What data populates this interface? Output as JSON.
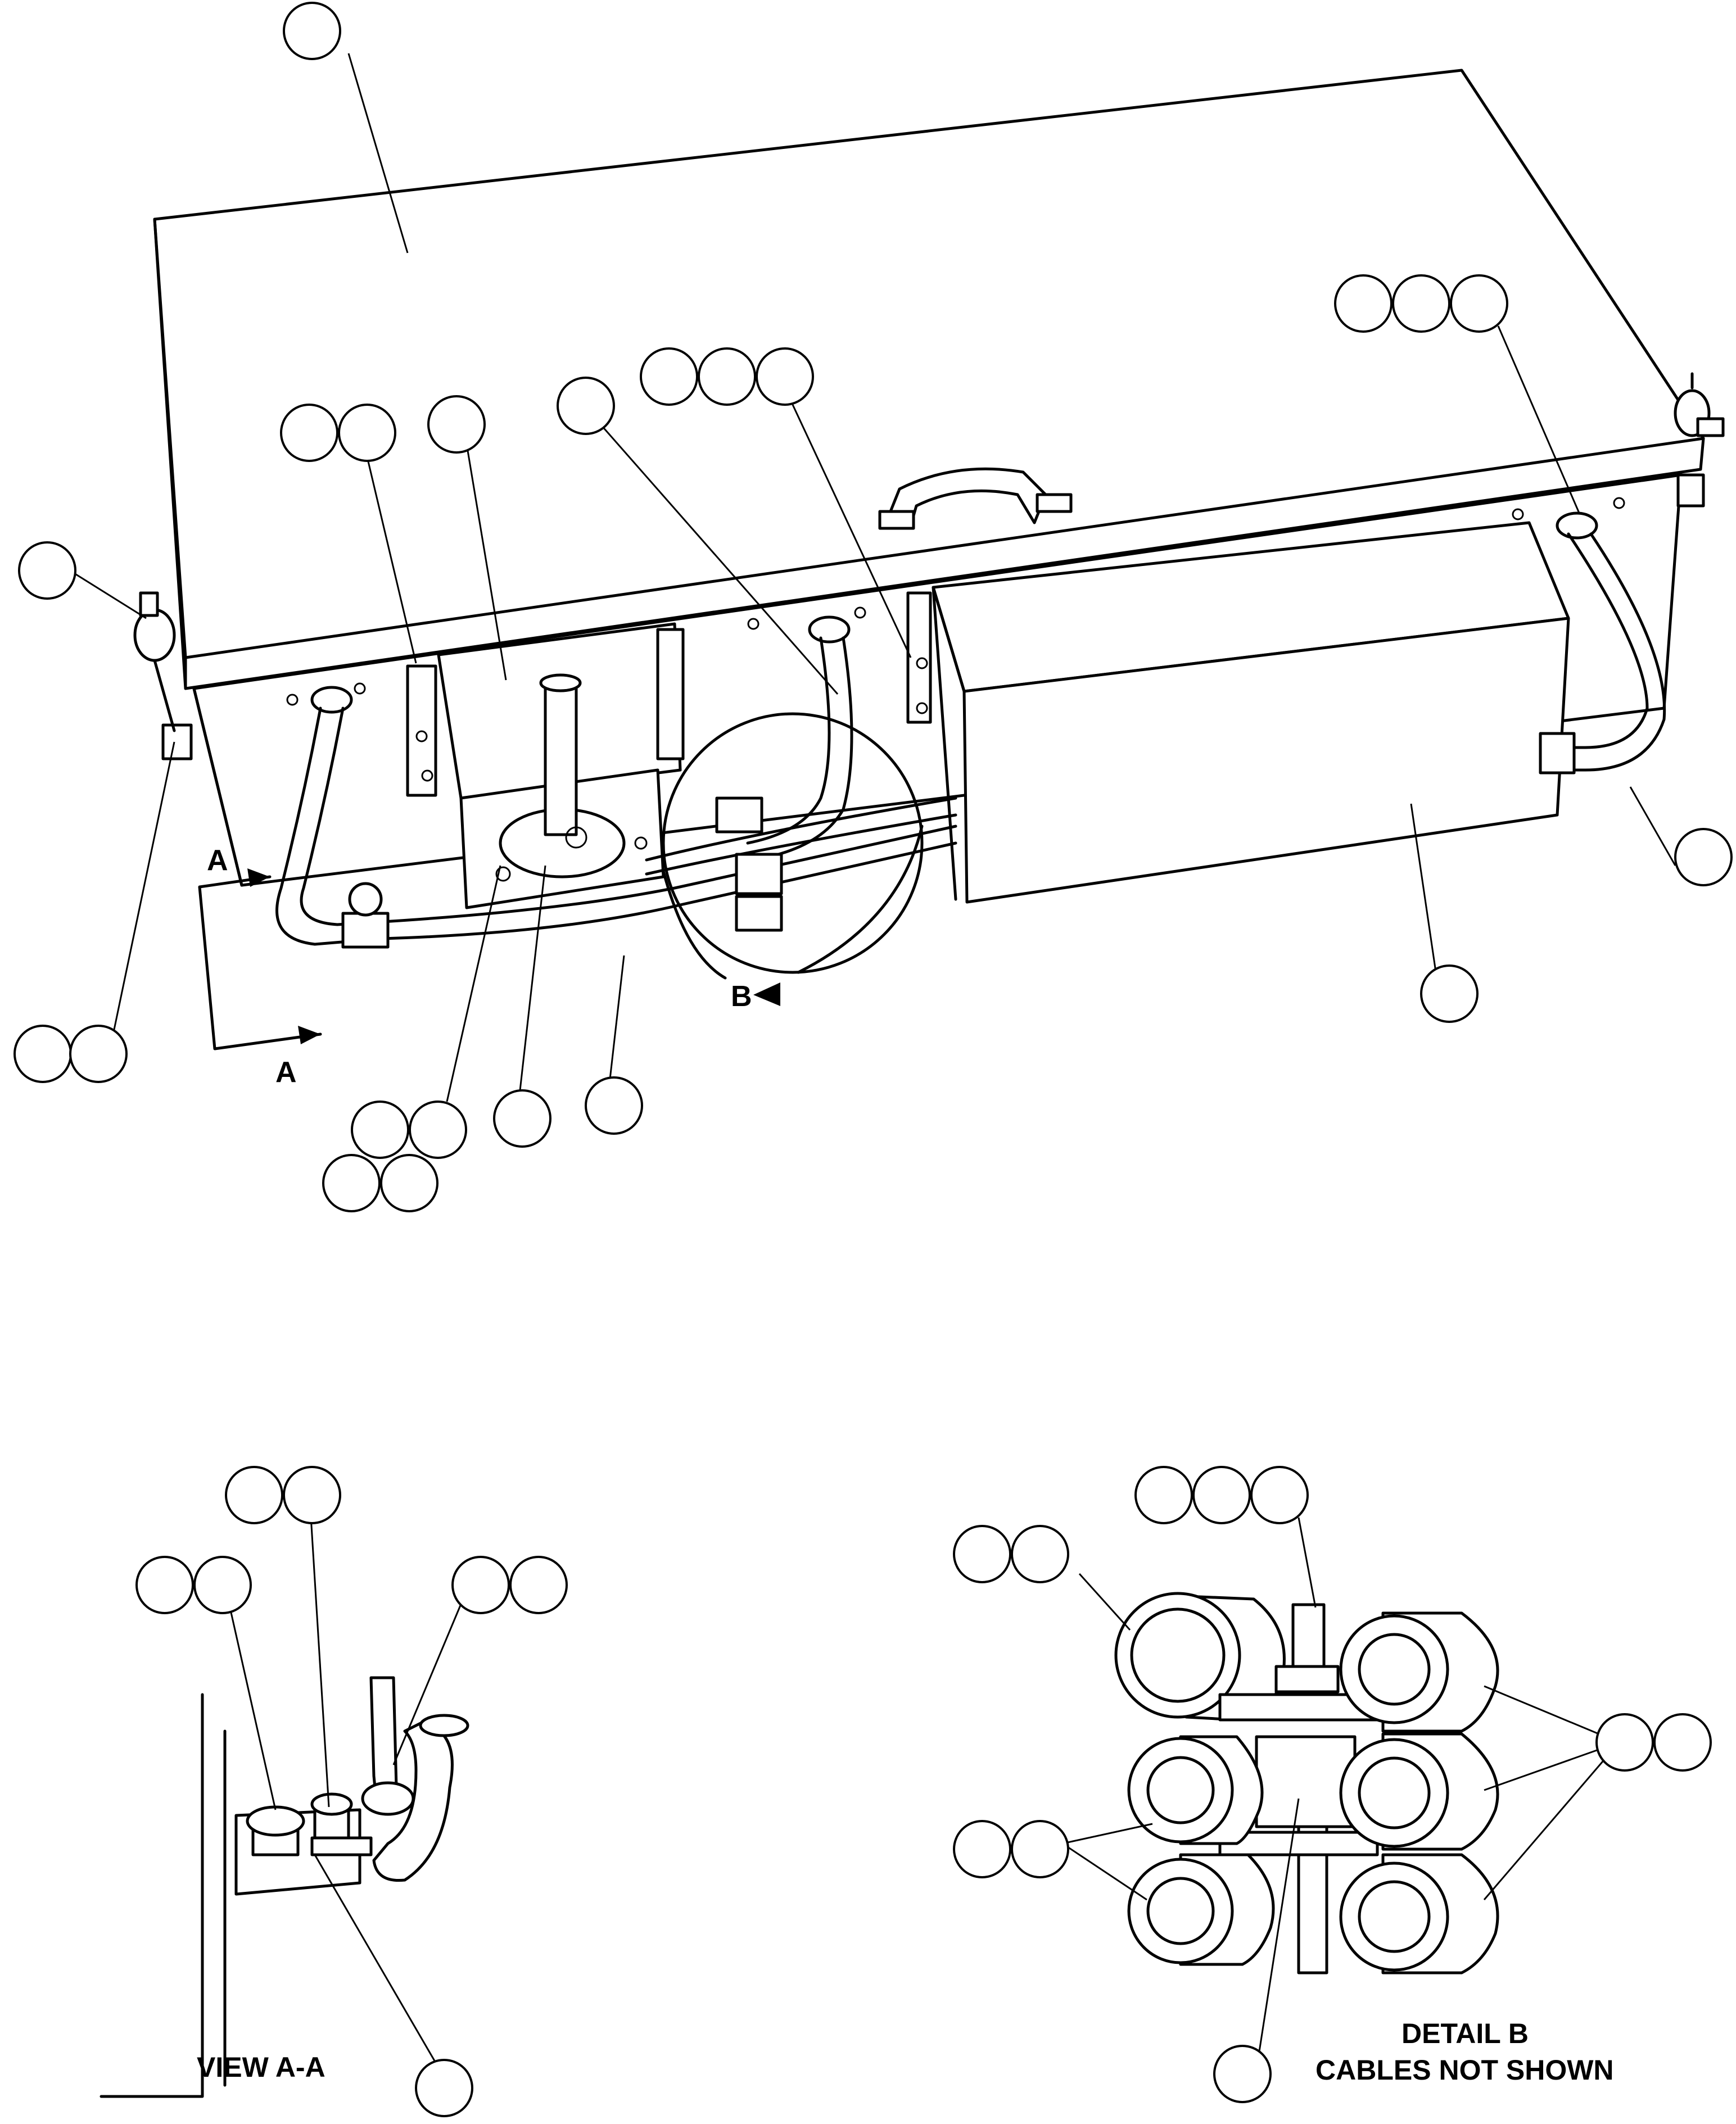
{
  "section_labels": {
    "a_top": "A",
    "a_bottom": "A",
    "b": "B"
  },
  "captions": {
    "view_aa": "VIEW A-A",
    "detail_b_title": "DETAIL B",
    "detail_b_note": "CABLES NOT SHOWN"
  },
  "bubble_group_sizes": [
    1,
    3,
    3,
    2,
    1,
    1,
    1,
    2,
    1,
    1,
    2,
    2,
    1,
    1,
    1,
    2,
    2,
    2,
    3,
    2,
    2,
    2,
    1
  ]
}
